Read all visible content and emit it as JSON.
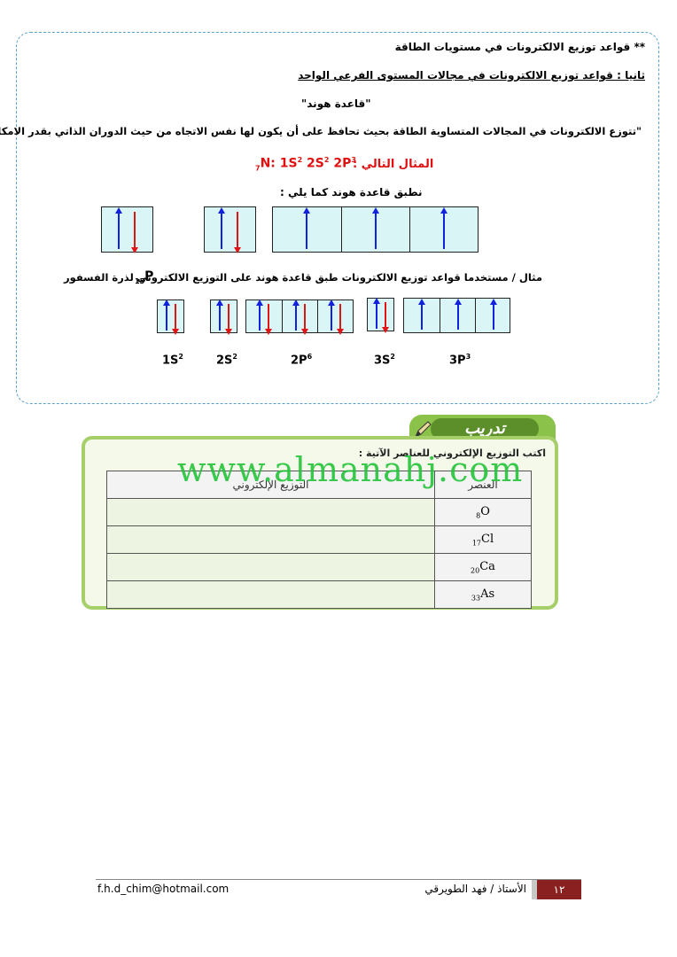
{
  "section": {
    "heading": "** قواعد توزيع الالكترونات في مستويات الطاقة",
    "subheading": "ثانيا : قواعد توزيع الالكترونات في مجالات المستوى الفرعي الواحد",
    "rule_name": "\"قاعدة هوند\"",
    "rule_text": "\"تتوزع الالكترونات في المجالات المتساوية الطاقة بحيث تحافظ على أن يكون لها نفس الاتجاه من حيث الدوران الذاتي بقدر الامكان\"",
    "example_label": "المثال التالي :",
    "example_formula": {
      "sub": "7",
      "text": "N:  1S",
      "s1": "2",
      "t2": " 2S",
      "s2": "2",
      "t3": " 2P",
      "s3": "3"
    },
    "apply_text": "نطبق قاعدة هوند كما يلي :",
    "example2_text": "مثال / مستخدما قواعد توزيع الالكترونات طبق قاعدة هوند على التوزيع الالكتروني لذرة الفسفور",
    "example2_symbol": {
      "sub": "15",
      "text": "P"
    },
    "orbital_labels": [
      {
        "base": "1S",
        "sup": "2"
      },
      {
        "base": "2S",
        "sup": "2"
      },
      {
        "base": "2P",
        "sup": "6"
      },
      {
        "base": "3S",
        "sup": "2"
      },
      {
        "base": "3P",
        "sup": "3"
      }
    ]
  },
  "training": {
    "tab_title": "تدريب",
    "instruction": "اكتب التوزيع الإلكتروني للعناصر الآتية :",
    "col_distribution": "التوزيع الإلكتروني",
    "col_element": "العنصر",
    "rows": [
      {
        "sub": "8",
        "symbol": "O"
      },
      {
        "sub": "17",
        "symbol": "Cl"
      },
      {
        "sub": "20",
        "symbol": "Ca"
      },
      {
        "sub": "33",
        "symbol": "As"
      }
    ],
    "watermark": "www.almanahj.com"
  },
  "footer": {
    "email": "f.h.d_chim@hotmail.com",
    "author": "الأستاذ / فهد الطويرقي",
    "page": "١٢"
  },
  "colors": {
    "frame": "#5aa0c8",
    "spin_up": "#1122dd",
    "spin_down": "#e01515",
    "cell_bg": "#d9f5f5",
    "training_border": "#a6cf6a"
  }
}
